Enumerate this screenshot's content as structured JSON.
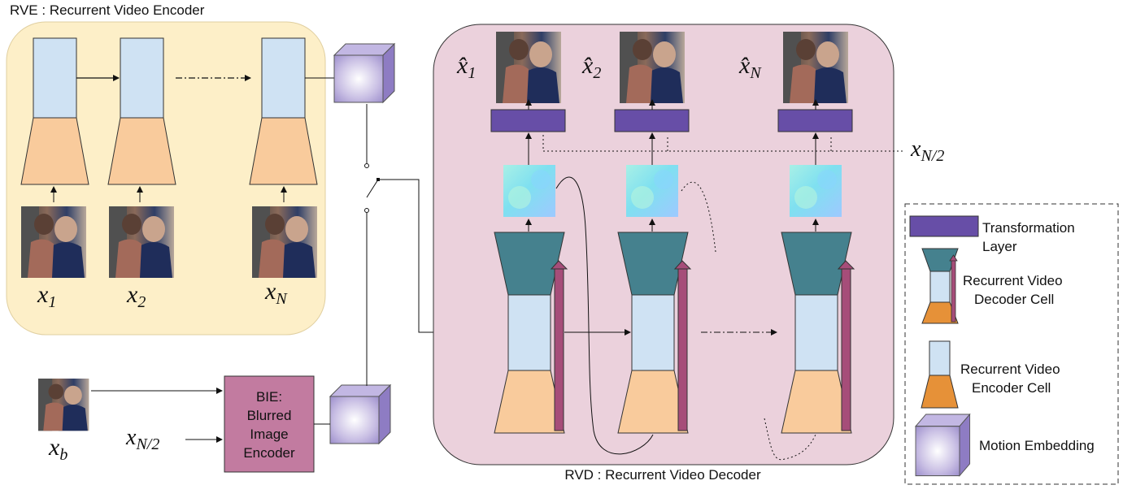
{
  "rve": {
    "title": "RVE : Recurrent Video Encoder",
    "inputs": [
      {
        "sym": "x",
        "sub": "1"
      },
      {
        "sym": "x",
        "sub": "2"
      },
      {
        "sym": "x",
        "sub": "N"
      }
    ]
  },
  "rvd": {
    "title": "RVD : Recurrent Video Decoder",
    "outputs": [
      {
        "sym": "x̂",
        "sub": "1"
      },
      {
        "sym": "x̂",
        "sub": "2"
      },
      {
        "sym": "x̂",
        "sub": "N"
      }
    ],
    "side_input": {
      "sym": "x",
      "sub": "N/2"
    }
  },
  "bie": {
    "line1": "BIE:",
    "line2": "Blurred",
    "line3": "Image",
    "line4": "Encoder",
    "blur_input": {
      "sym": "x",
      "sub": "b"
    },
    "side_input": {
      "sym": "x",
      "sub": "N/2"
    }
  },
  "legend": {
    "transformation_line1": "Transformation",
    "transformation_line2": "Layer",
    "decoder_line1": "Recurrent Video",
    "decoder_line2": "Decoder Cell",
    "encoder_line1": "Recurrent Video",
    "encoder_line2": "Encoder Cell",
    "motion": "Motion Embedding"
  },
  "colors": {
    "rve_bg": "#fdefc8",
    "rvd_bg": "#ebd1dc",
    "cell_blue": "#cfe2f3",
    "encoder_orange": "#f9cb9c",
    "decoder_teal": "#45818e",
    "transform_purple": "#674ea7",
    "bie_pink": "#c27ba0",
    "arrow_magenta": "#a64d79",
    "legend_orange": "#e69138",
    "cube_light": "#d9d2e9",
    "cube_dark": "#8e7cc3"
  }
}
